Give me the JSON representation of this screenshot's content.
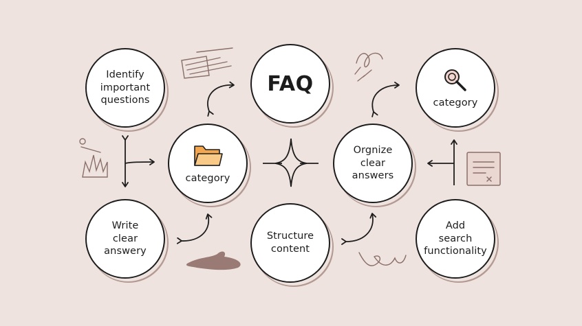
{
  "nodes": {
    "identify": "Identify\nimportant\nquestions",
    "faq": "FAQ",
    "search_category": "category",
    "folder_category": "category",
    "organize": "Orgnize\nclear\nanswers",
    "write": "Write\nclear\nanswery",
    "structure": "Structure\ncontent",
    "search": "Add\nsearch\nfunctionality"
  },
  "icons": {
    "folder": "folder-icon",
    "search": "magnifier-icon",
    "sparkle": "sparkle-icon"
  },
  "colors": {
    "background": "#eee3de",
    "stroke": "#1d1d1d",
    "shadow": "#b49a94",
    "folder": "#f5b968",
    "doodle": "#8a6e69"
  }
}
